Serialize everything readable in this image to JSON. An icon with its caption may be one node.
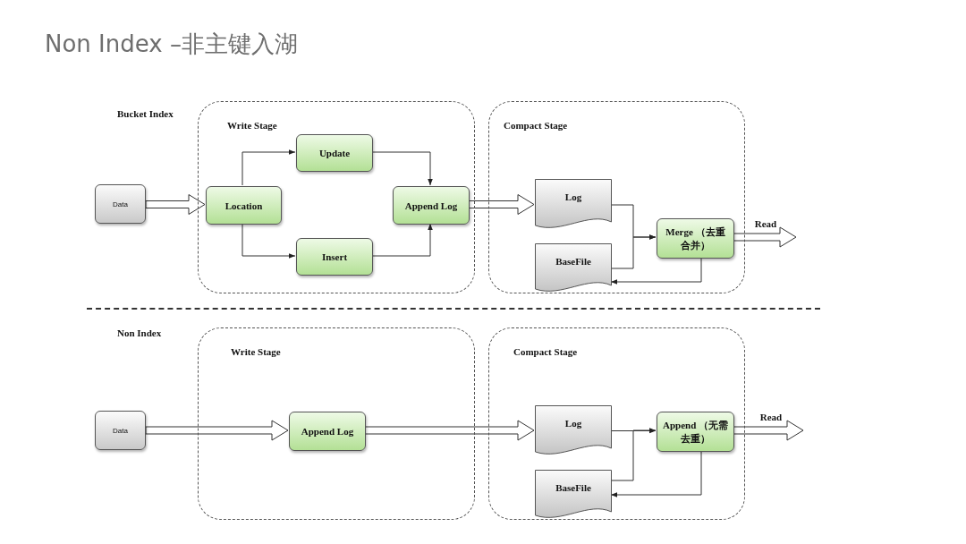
{
  "diagram": {
    "title": "Non Index –非主键入湖",
    "nodes": [
      {
        "text": [
          "Write Stage"
        ]
      },
      {
        "text": [
          "Data"
        ]
      },
      {
        "text": [
          "Location"
        ],
        "in": 0
      },
      {
        "text": [
          "Update"
        ],
        "in": 0
      },
      {
        "text": [
          "Insert"
        ],
        "in": 0
      },
      {
        "text": [
          "Append Log"
        ],
        "in": 0
      },
      {
        "text": [
          "Compact Stage"
        ]
      },
      {
        "text": [
          "Log"
        ],
        "in": 6
      },
      {
        "text": [
          "BaseFile"
        ],
        "in": 6
      },
      {
        "text": [
          "Merge （去重合并）"
        ],
        "in": 6
      },
      {
        "text": [
          "Write Stage"
        ]
      },
      {
        "text": [
          "Data"
        ]
      },
      {
        "text": [
          "Append Log"
        ],
        "in": 10
      },
      {
        "text": [
          "Compact Stage"
        ]
      },
      {
        "text": [
          "Log"
        ],
        "in": 13
      },
      {
        "text": [
          "BaseFile"
        ],
        "in": 13
      },
      {
        "text": [
          "Append （无需去重）"
        ],
        "in": 13
      }
    ],
    "edges": [
      {
        "from": 1,
        "to": 2,
        "arrow": "to",
        "style": "thick"
      },
      {
        "from": 2,
        "to": 3,
        "arrow": "to"
      },
      {
        "from": 2,
        "to": 4,
        "arrow": "to"
      },
      {
        "from": 3,
        "to": 5,
        "arrow": "to"
      },
      {
        "from": 4,
        "to": 5,
        "arrow": "to"
      },
      {
        "from": 5,
        "to": 7,
        "arrow": "to",
        "style": "thick"
      },
      {
        "from": 7,
        "to": 9,
        "arrow": "to"
      },
      {
        "from": 8,
        "to": 9,
        "arrow": "to"
      },
      {
        "from": 9,
        "to": 8,
        "arrow": "to"
      },
      {
        "from": 9,
        "to": null,
        "arrow": "to",
        "style": "thick",
        "label": "Read"
      },
      {
        "from": 11,
        "to": 12,
        "arrow": "to",
        "style": "thick"
      },
      {
        "from": 12,
        "to": 14,
        "arrow": "to",
        "style": "thick"
      },
      {
        "from": 14,
        "to": 16,
        "arrow": "to"
      },
      {
        "from": 15,
        "to": 16,
        "arrow": "to"
      },
      {
        "from": 16,
        "to": 15,
        "arrow": "to"
      },
      {
        "from": 16,
        "to": null,
        "arrow": "to",
        "style": "thick",
        "label": "Read"
      }
    ],
    "labels": [
      "Bucket Index",
      "Non Index"
    ]
  }
}
